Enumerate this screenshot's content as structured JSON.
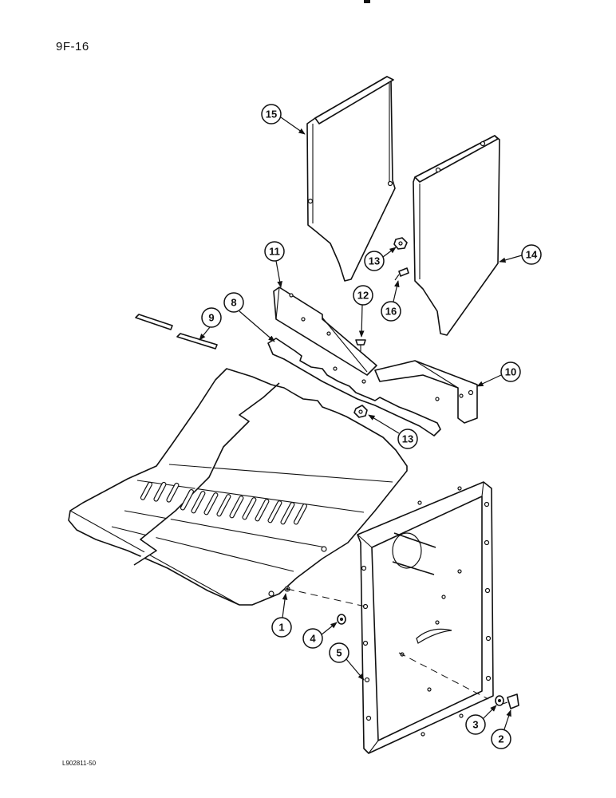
{
  "page_code": "9F-16",
  "figure_code": "L902811-50",
  "callouts": {
    "c1": "1",
    "c2": "2",
    "c3": "3",
    "c4": "4",
    "c5": "5",
    "c8": "8",
    "c9": "9",
    "c10": "10",
    "c11": "11",
    "c12": "12",
    "c13a": "13",
    "c13b": "13",
    "c14": "14",
    "c15": "15",
    "c16": "16"
  }
}
